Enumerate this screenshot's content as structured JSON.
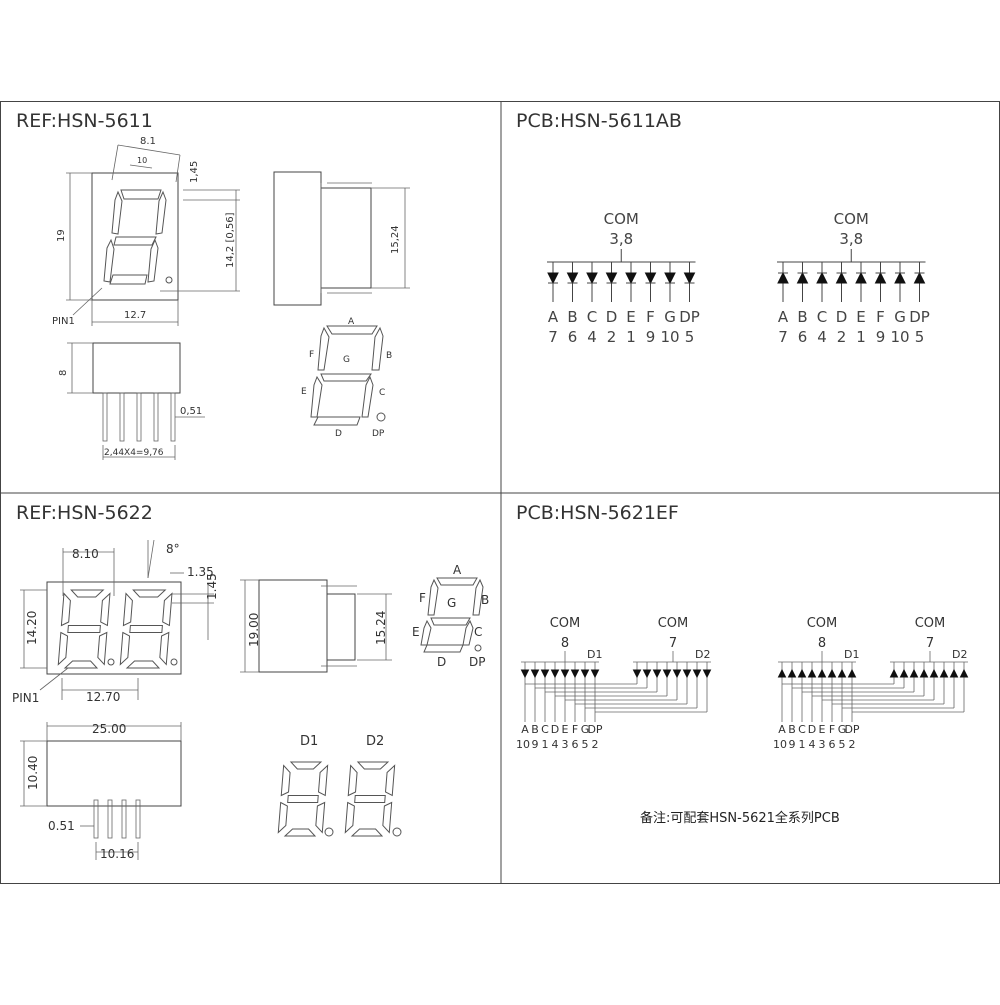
{
  "panels": {
    "ref_5611": {
      "title": "REF:HSN-5611",
      "dims": {
        "width_top": "8.1",
        "seg_w": "10",
        "offset": "1,45",
        "height": "19",
        "digit_h": "14,2 [0,56]",
        "base_w": "12.7",
        "pin_label": "PIN1",
        "depth": "8",
        "pin_w": "0,51",
        "pitch": "2,44X4=9,76",
        "side_h": "15,24"
      },
      "segments": {
        "a": "A",
        "b": "B",
        "c": "C",
        "d": "D",
        "e": "E",
        "f": "F",
        "g": "G",
        "dp": "DP"
      }
    },
    "pcb_5611": {
      "title": "PCB:HSN-5611AB",
      "com_label": "COM",
      "com_pins": "3,8",
      "letters": [
        "A",
        "B",
        "C",
        "D",
        "E",
        "F",
        "G",
        "DP"
      ],
      "pin_numbers": [
        "7",
        "6",
        "4",
        "2",
        "1",
        "9",
        "10",
        "5"
      ]
    },
    "ref_5622": {
      "title": "REF:HSN-5622",
      "dims": {
        "digit_w": "8.10",
        "angle": "8°",
        "offset": "1.35",
        "gap": "1.45",
        "digit_h": "14.20",
        "pin_label": "PIN1",
        "base_w": "12.70",
        "height": "19.00",
        "side_h": "15.24",
        "width": "25.00",
        "depth": "10.40",
        "pin_w": "0.51",
        "pitch": "10.16"
      },
      "segments": {
        "a": "A",
        "b": "B",
        "c": "C",
        "d": "D",
        "e": "E",
        "f": "F",
        "g": "G",
        "dp": "DP"
      },
      "digit_labels": [
        "D1",
        "D2"
      ]
    },
    "pcb_5621": {
      "title": "PCB:HSN-5621EF",
      "com_label": "COM",
      "com_pins": [
        "8",
        "7"
      ],
      "digit_labels": [
        "D1",
        "D2"
      ],
      "letters": [
        "A",
        "B",
        "C",
        "D",
        "E",
        "F",
        "G",
        "DP"
      ],
      "pin_numbers": [
        "10",
        "9",
        "1",
        "4",
        "3",
        "6",
        "5",
        "2"
      ],
      "note": "备注:可配套HSN-5621全系列PCB"
    }
  }
}
